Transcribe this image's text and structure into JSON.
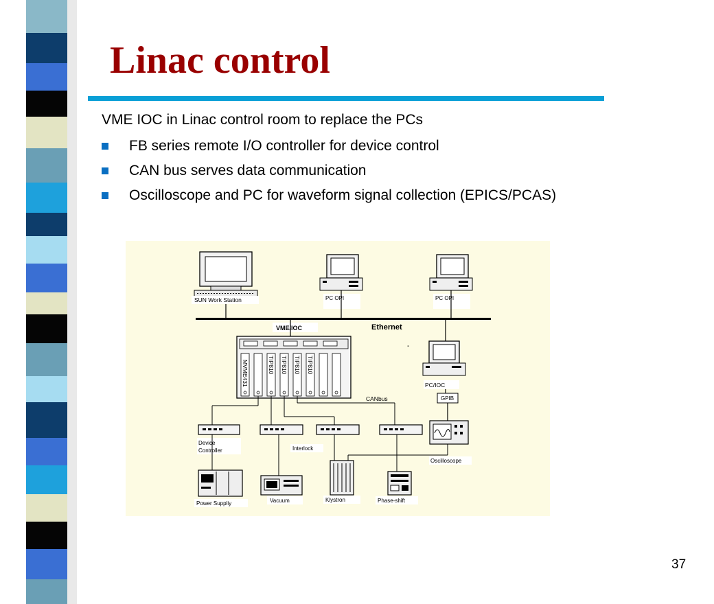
{
  "slide": {
    "title": "Linac control",
    "intro": "VME IOC in Linac control room to replace the PCs",
    "bullets": [
      "FB series remote I/O controller for device control",
      "CAN bus serves data communication",
      "Oscilloscope and PC for waveform signal collection (EPICS/PCAS)"
    ],
    "page_number": "37"
  },
  "diagram": {
    "sun_label": "SUN Work Station",
    "pc_opi_1": "PC   OPI",
    "pc_opi_2": "PC   OPI",
    "vme_ioc": "VME/IOC",
    "ethernet": "Ethernet",
    "dash": "-",
    "module_1": "MVME431",
    "module_2": "TIP810",
    "module_3": "TIP810",
    "module_4": "TIP810",
    "module_5": "TIP810",
    "canbus": "CANbus",
    "pc_ioc": "PC/IOC",
    "gpib": "GPIB",
    "device_controller_1": "Device",
    "device_controller_2": "Controller",
    "interlock": "Interlock",
    "oscilloscope": "Oscilloscope",
    "power_supply": "Power Suppliy",
    "vacuum": "Vacuum",
    "klystron": "Klystron",
    "phase_shift": "Phase-shift"
  },
  "colors": {
    "title": "#990000",
    "rule": "#0a9fd6",
    "bullet": "#0a6fc2",
    "diagram_bg": "#fdfbe3"
  }
}
